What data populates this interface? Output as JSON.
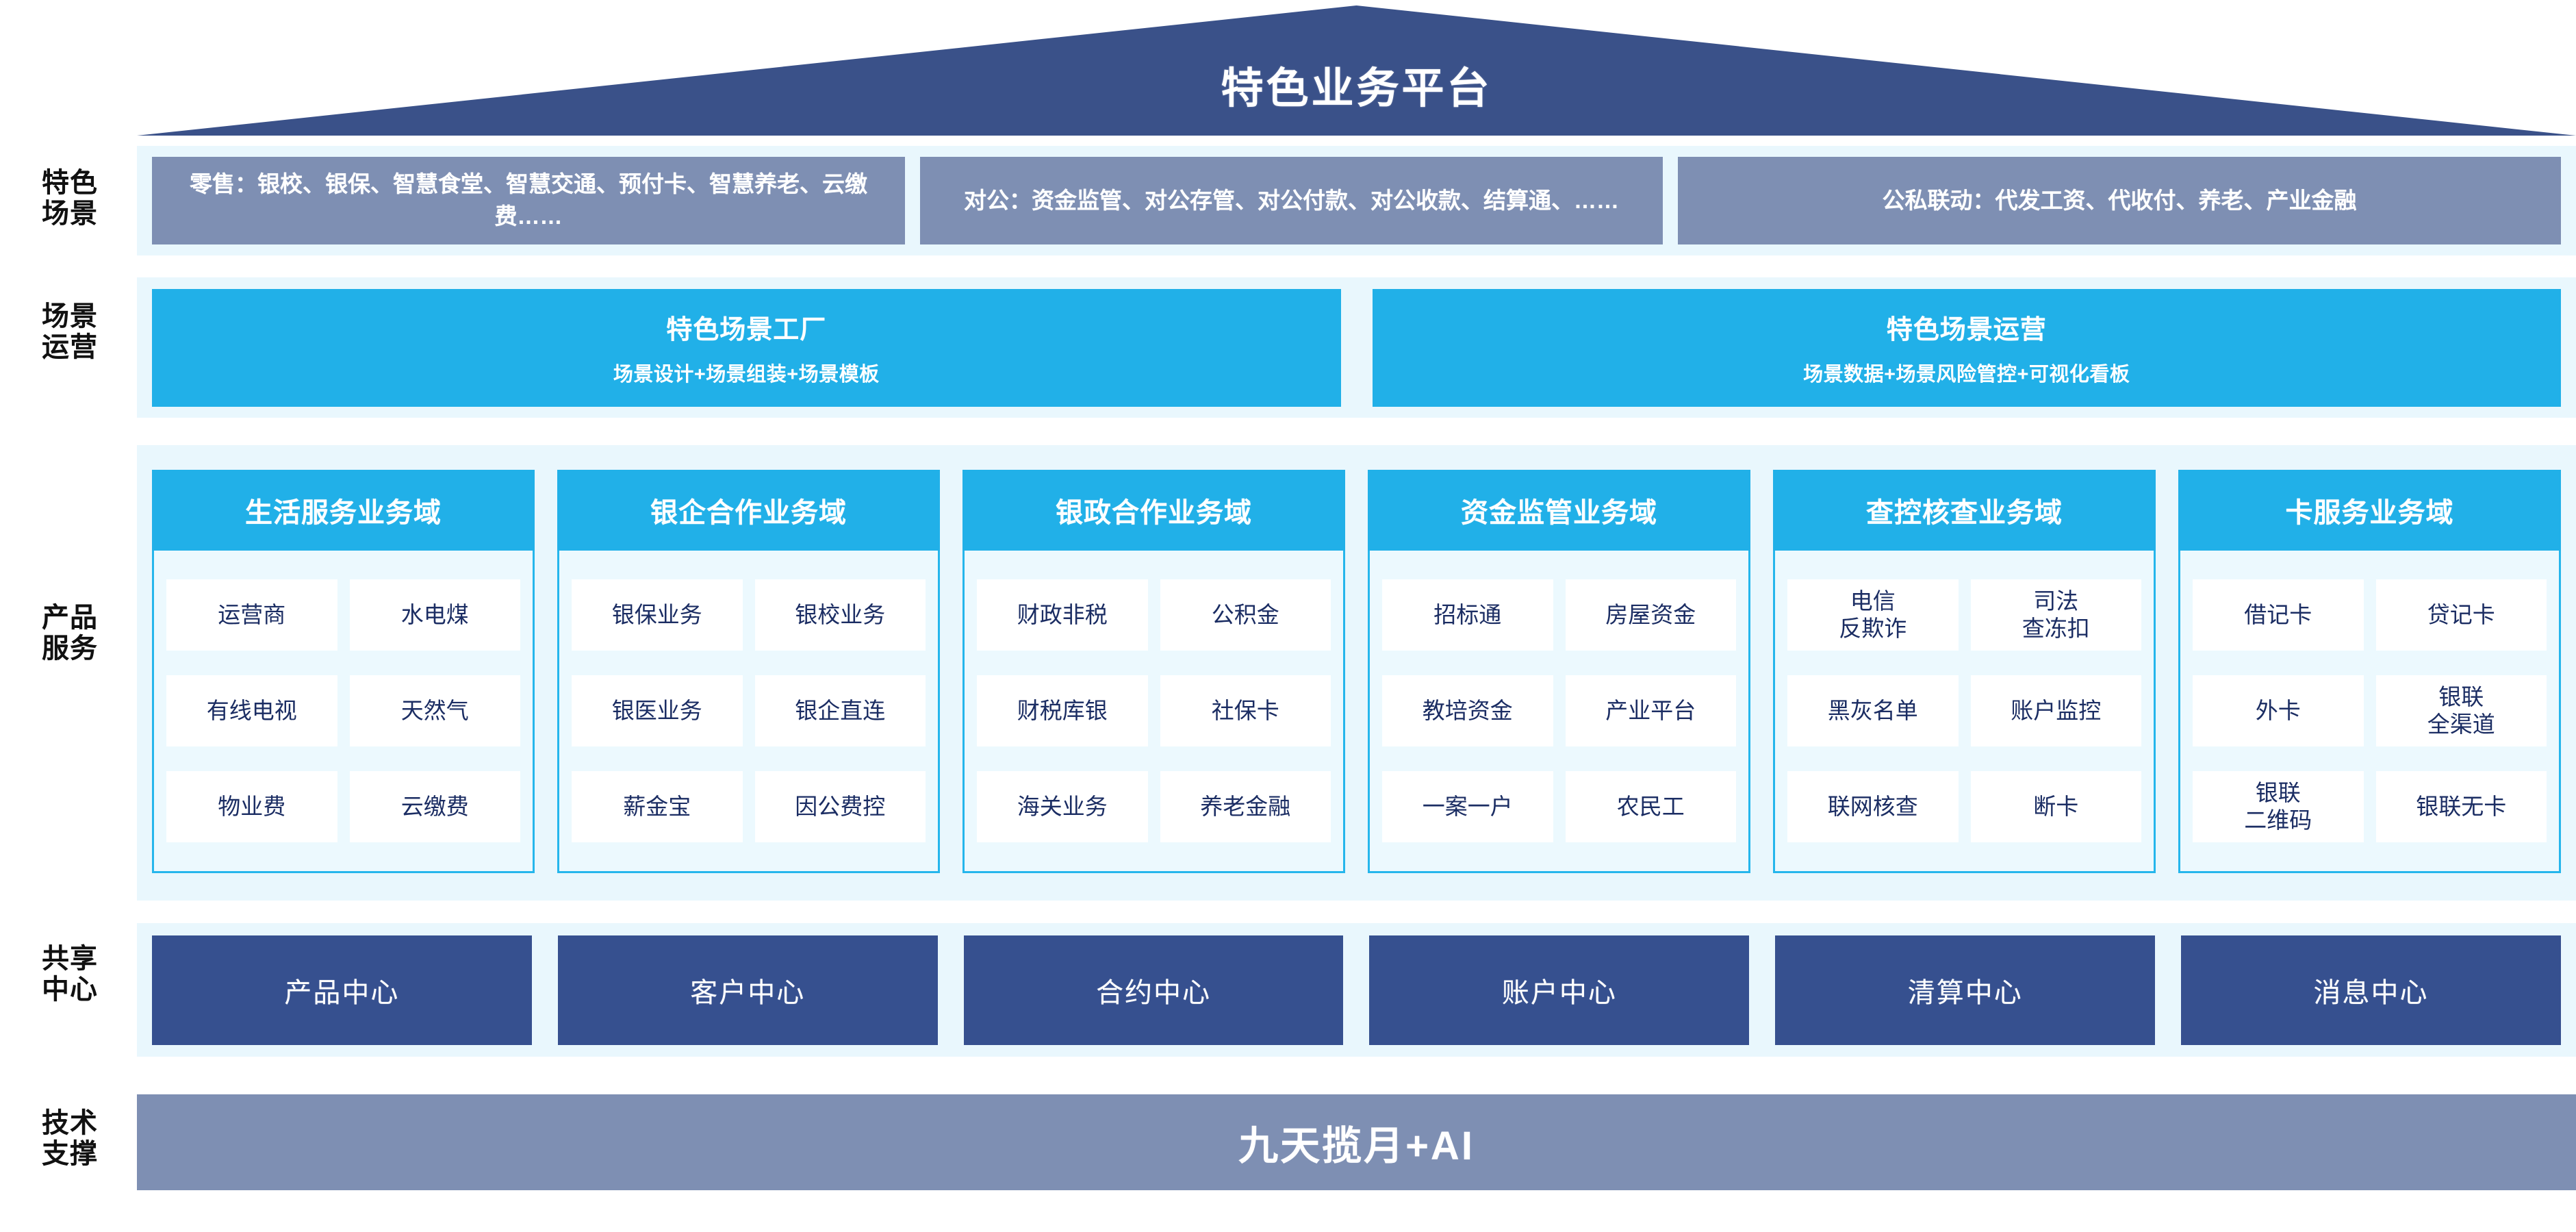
{
  "header": {
    "title": "特色业务平台"
  },
  "rail": {
    "labels": [
      {
        "id": "scenes",
        "text": "特色\n场景"
      },
      {
        "id": "operations",
        "text": "场景\n运营"
      },
      {
        "id": "products",
        "text": "产品\n服务"
      },
      {
        "id": "shared-centers",
        "text": "共享\n中心"
      },
      {
        "id": "tech-support",
        "text": "技术\n支撑"
      }
    ]
  },
  "scene_row": {
    "boxes": [
      {
        "id": "retail",
        "text": "零售：银校、银保、智慧食堂、智慧交通、预付卡、智慧养老、云缴费……"
      },
      {
        "id": "corporate",
        "text": "对公：资金监管、对公存管、对公付款、对公收款、结算通、……"
      },
      {
        "id": "linkage",
        "text": "公私联动：代发工资、代收付、养老、产业金融"
      }
    ]
  },
  "operation_row": {
    "boxes": [
      {
        "id": "scene-factory",
        "title": "特色场景工厂",
        "subtitle": "场景设计+场景组装+场景模板"
      },
      {
        "id": "scene-operation",
        "title": "特色场景运营",
        "subtitle": "场景数据+场景风险管控+可视化看板"
      }
    ]
  },
  "product_row": {
    "domains": [
      {
        "id": "life-service",
        "title": "生活服务业务域",
        "rows": [
          [
            "运营商",
            "水电煤"
          ],
          [
            "有线电视",
            "天然气"
          ],
          [
            "物业费",
            "云缴费"
          ]
        ]
      },
      {
        "id": "bank-enterprise",
        "title": "银企合作业务域",
        "rows": [
          [
            "银保业务",
            "银校业务"
          ],
          [
            "银医业务",
            "银企直连"
          ],
          [
            "薪金宝",
            "因公费控"
          ]
        ]
      },
      {
        "id": "bank-government",
        "title": "银政合作业务域",
        "rows": [
          [
            "财政非税",
            "公积金"
          ],
          [
            "财税库银",
            "社保卡"
          ],
          [
            "海关业务",
            "养老金融"
          ]
        ]
      },
      {
        "id": "fund-supervision",
        "title": "资金监管业务域",
        "rows": [
          [
            "招标通",
            "房屋资金"
          ],
          [
            "教培资金",
            "产业平台"
          ],
          [
            "一案一户",
            "农民工"
          ]
        ]
      },
      {
        "id": "investigation-control",
        "title": "查控核查业务域",
        "rows": [
          [
            "电信\n反欺诈",
            "司法\n查冻扣"
          ],
          [
            "黑灰名单",
            "账户监控"
          ],
          [
            "联网核查",
            "断卡"
          ]
        ]
      },
      {
        "id": "card-service",
        "title": "卡服务业务域",
        "rows": [
          [
            "借记卡",
            "贷记卡"
          ],
          [
            "外卡",
            "银联\n全渠道"
          ],
          [
            "银联\n二维码",
            "银联无卡"
          ]
        ]
      }
    ]
  },
  "center_row": {
    "centers": [
      {
        "id": "product-center",
        "text": "产品中心"
      },
      {
        "id": "customer-center",
        "text": "客户中心"
      },
      {
        "id": "contract-center",
        "text": "合约中心"
      },
      {
        "id": "account-center",
        "text": "账户中心"
      },
      {
        "id": "clearing-center",
        "text": "清算中心"
      },
      {
        "id": "message-center",
        "text": "消息中心"
      }
    ]
  },
  "tech_row": {
    "title": "九天揽月+AI"
  },
  "colors": {
    "roof_navy": "#3a5189",
    "panel_bg": "#e9f7fd",
    "scene_slate": "#7e8fb3",
    "cyan": "#21b0e8",
    "cell_text_navy": "#1b2d63",
    "center_navy": "#36508f",
    "domain_body_bg": "#ecf9fe"
  }
}
